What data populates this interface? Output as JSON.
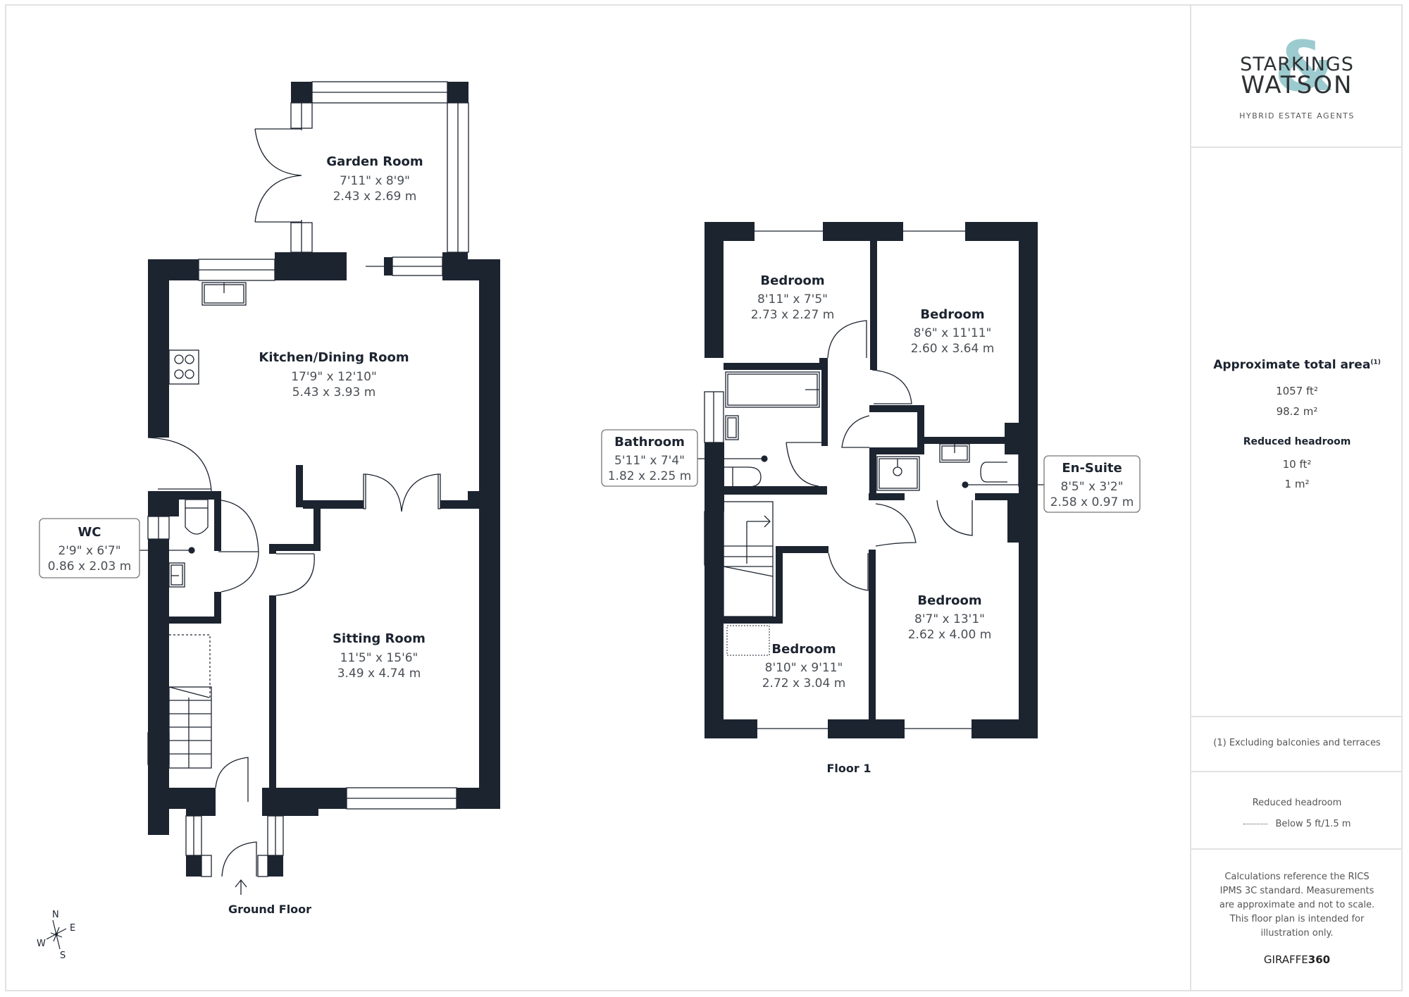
{
  "brand": {
    "logo_line1": "STARKINGS",
    "logo_line2": "WATSON",
    "logo_symbol": "&",
    "tagline": "HYBRID ESTATE AGENTS",
    "accent_color": "#9ccbcf"
  },
  "summary": {
    "title": "Approximate total area",
    "footnote_marker": "(1)",
    "total_ft2": "1057 ft²",
    "total_m2": "98.2 m²",
    "reduced_headroom_title": "Reduced headroom",
    "reduced_ft2": "10 ft²",
    "reduced_m2": "1 m²"
  },
  "footnote": "(1) Excluding balconies and terraces",
  "legend": {
    "title": "Reduced headroom",
    "item_label": "Below 5 ft/1.5 m",
    "item_icon": "dotted-line-icon"
  },
  "disclaimer": "Calculations reference the RICS IPMS 3C standard. Measurements are approximate and not to scale. This floor plan is intended for illustration only.",
  "provider": {
    "name_light": "GIRAFFE",
    "name_bold": "360"
  },
  "colors": {
    "wall": "#1c2430",
    "border": "#e2e2e2",
    "text_dim": "#4a4f55"
  },
  "compass": {
    "n": "N",
    "e": "E",
    "s": "S",
    "w": "W"
  },
  "floors": [
    {
      "label": "Ground Floor",
      "rooms": [
        {
          "name": "Garden Room",
          "imperial": "7'11\" x 8'9\"",
          "metric": "2.43 x 2.69 m"
        },
        {
          "name": "Kitchen/Dining Room",
          "imperial": "17'9\" x 12'10\"",
          "metric": "5.43 x 3.93 m"
        },
        {
          "name": "WC",
          "imperial": "2'9\" x 6'7\"",
          "metric": "0.86 x 2.03 m"
        },
        {
          "name": "Sitting Room",
          "imperial": "11'5\" x 15'6\"",
          "metric": "3.49 x 4.74 m"
        }
      ]
    },
    {
      "label": "Floor 1",
      "rooms": [
        {
          "name": "Bedroom",
          "imperial": "8'11\" x 7'5\"",
          "metric": "2.73 x 2.27 m"
        },
        {
          "name": "Bedroom",
          "imperial": "8'6\" x 11'11\"",
          "metric": "2.60 x 3.64 m"
        },
        {
          "name": "Bathroom",
          "imperial": "5'11\" x 7'4\"",
          "metric": "1.82 x 2.25 m"
        },
        {
          "name": "En-Suite",
          "imperial": "8'5\" x 3'2\"",
          "metric": "2.58 x 0.97 m"
        },
        {
          "name": "Bedroom",
          "imperial": "8'7\" x 13'1\"",
          "metric": "2.62 x 4.00 m"
        },
        {
          "name": "Bedroom",
          "imperial": "8'10\" x 9'11\"",
          "metric": "2.72 x 3.04 m"
        }
      ]
    }
  ]
}
